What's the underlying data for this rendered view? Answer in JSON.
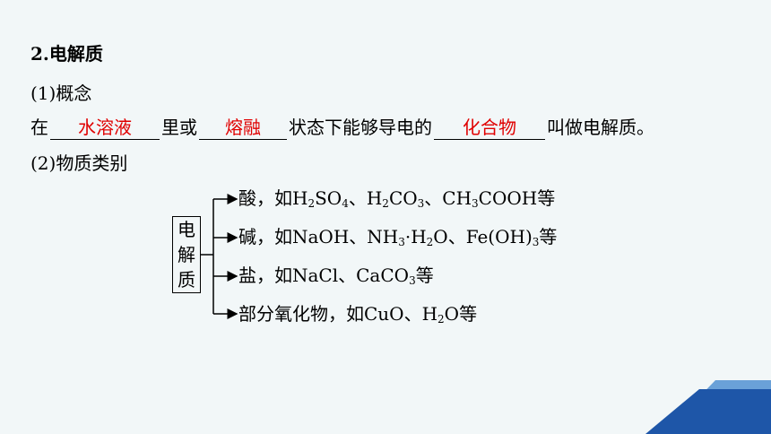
{
  "heading": {
    "number": "2",
    "title": ".电解质"
  },
  "concept": {
    "label": "(1)概念"
  },
  "fill": {
    "prefix": "在",
    "blank1": "水溶液",
    "middle1": "里或",
    "blank2": "熔融",
    "middle2": "状态下能够导电的",
    "blank3": "化合物",
    "suffix": "叫做电解质。"
  },
  "category": {
    "label": "(2)物质类别"
  },
  "diagram": {
    "box_chars": [
      "电",
      "解",
      "质"
    ],
    "items": [
      {
        "parts": [
          "酸，如H",
          "2",
          "SO",
          "4",
          "、H",
          "2",
          "CO",
          "3",
          "、CH",
          "3",
          "COOH等"
        ]
      },
      {
        "parts": [
          "碱，如NaOH、NH",
          "3",
          "·H",
          "2",
          "O、Fe(OH)",
          "3",
          "等"
        ]
      },
      {
        "parts": [
          "盐，如NaCl、CaCO",
          "3",
          "等"
        ]
      },
      {
        "parts": [
          "部分氧化物，如CuO、H",
          "2",
          "O等"
        ]
      }
    ]
  },
  "colors": {
    "answer": "#e00000",
    "background": "#f2f7f8",
    "deco_dark": "#1e56a8",
    "deco_light": "#6aa1d8"
  }
}
